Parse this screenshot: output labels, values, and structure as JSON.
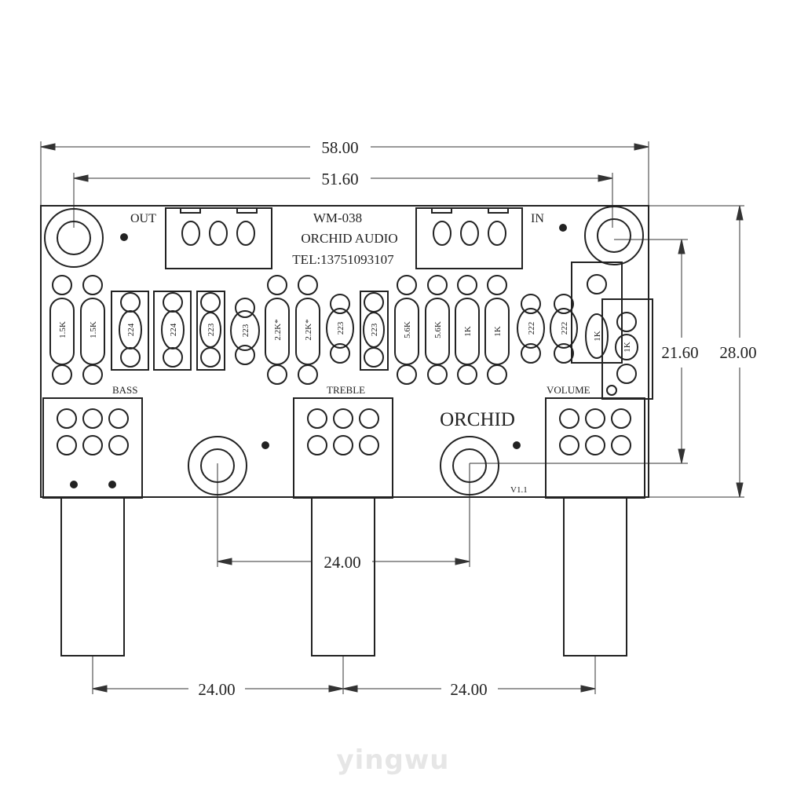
{
  "dimensions": {
    "overall_width": "58.00",
    "mount_hole_span": "51.60",
    "overall_height": "28.00",
    "hole_vertical_span": "21.60",
    "center_hole_span": "24.00",
    "pot_spacing_left": "24.00",
    "pot_spacing_right": "24.00"
  },
  "board": {
    "model": "WM-038",
    "brand": "ORCHID AUDIO",
    "tel": "TEL:13751093107",
    "logo": "ORCHID",
    "version": "V1.1",
    "out_label": "OUT",
    "in_label": "IN"
  },
  "controls": {
    "bass": "BASS",
    "treble": "TREBLE",
    "volume": "VOLUME"
  },
  "components": {
    "r1": "1.5K",
    "r2": "1.5K",
    "c1": "224",
    "c2": "224",
    "c3": "223",
    "c4": "223",
    "r3": "2.2K*",
    "r4": "2.2K*",
    "c5": "223",
    "c6": "223",
    "r5": "5.6K",
    "r6": "5.6K",
    "r7": "1K",
    "r8": "1K",
    "c7": "222",
    "c8": "222",
    "r9": "1K",
    "r10": "1K"
  },
  "watermark": "yingwu"
}
